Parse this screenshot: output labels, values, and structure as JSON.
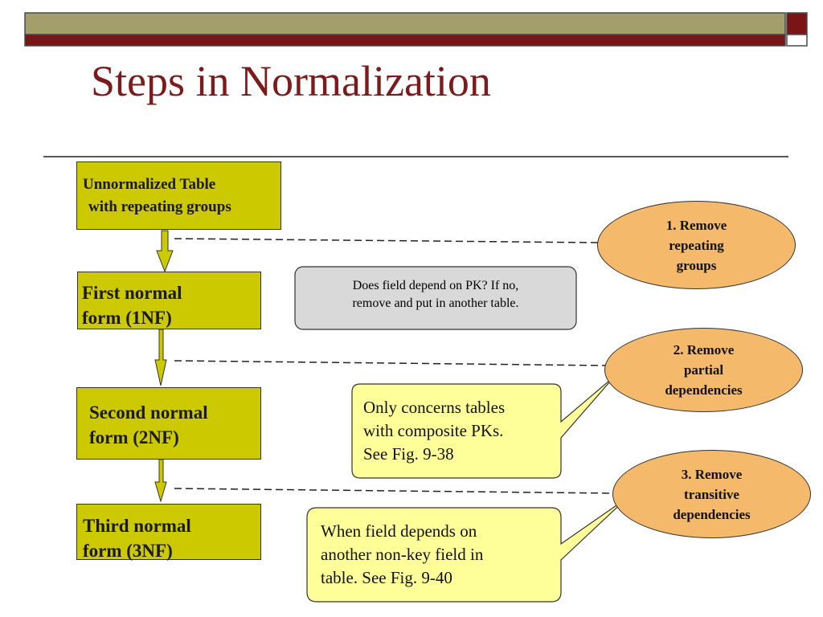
{
  "title": "Steps in Normalization",
  "steps": [
    {
      "line1": "Unnormalized Table",
      "line2": "with repeating groups"
    },
    {
      "line1": "First normal",
      "line2": "form (1NF)"
    },
    {
      "line1": "Second normal",
      "line2": "form (2NF)"
    },
    {
      "line1": "Third normal",
      "line2": "form (3NF)"
    }
  ],
  "actions": [
    {
      "line1": "1. Remove",
      "line2": "repeating",
      "line3": "groups"
    },
    {
      "line1": "2. Remove",
      "line2": "partial",
      "line3": "dependencies"
    },
    {
      "line1": "3. Remove",
      "line2": "transitive",
      "line3": "dependencies"
    }
  ],
  "notes": {
    "pk_rule": {
      "line1": "Does field depend on PK? If no,",
      "line2": "remove  and put in another table."
    },
    "composite": {
      "line1": "Only concerns tables",
      "line2": "with composite PKs.",
      "line3": "See Fig. 9-38"
    },
    "transitive": {
      "line1": "When field depends on",
      "line2": "another non-key field in",
      "line3": "table. See Fig. 9-40"
    }
  },
  "colors": {
    "title": "#7b1b1b",
    "top_bar": "#a39e6c",
    "top_bar_edge": "#7b1515",
    "step_fill": "#cdc900",
    "oval_fill": "#f4b96a",
    "callout_fill": "#ffff99",
    "note_fill": "#d9d9d9"
  }
}
